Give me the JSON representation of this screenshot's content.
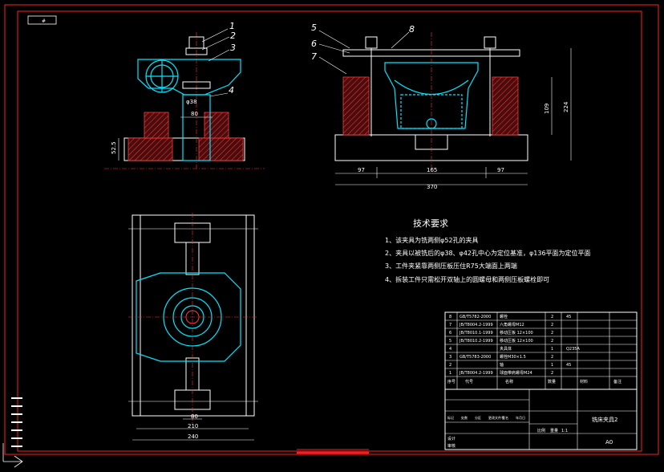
{
  "frame": {
    "tag_label": "#"
  },
  "front_view": {
    "leaders": [
      "1",
      "2",
      "3",
      "4"
    ],
    "labels": {
      "bore": "φ38",
      "width": "80",
      "height": "52.5"
    }
  },
  "side_view": {
    "leaders": [
      "5",
      "6",
      "7",
      "8"
    ],
    "labels": {
      "h1": "109",
      "h2": "224",
      "w_left": "97",
      "w_mid": "165",
      "w_right": "97",
      "w_total": "370"
    }
  },
  "top_view": {
    "labels": {
      "inner_width": "80",
      "mid_width": "210",
      "total_width": "240"
    }
  },
  "tech_req": {
    "title": "技术要求",
    "items": [
      "1、该夹具为铣两侧φ52孔的夹具",
      "2、夹具以被铣后的φ38、φ42孔中心为定位基准，φ136平面为定位平面",
      "3、工件夹紧靠两侧压板压住R75大端面上两端",
      "4、拆装工件只需松开双轴上的圆螺母和两侧压板螺栓即可"
    ]
  },
  "bom": {
    "rows": [
      {
        "no": "8",
        "code": "GB/T5782-2000",
        "name": "螺栓",
        "qty": "2",
        "mat": "45"
      },
      {
        "no": "7",
        "code": "JB/T8004.2-1999",
        "name": "六角螺母M12",
        "qty": "2",
        "mat": ""
      },
      {
        "no": "6",
        "code": "JB/T8010.1-1999",
        "name": "移动压板 12×100",
        "qty": "2",
        "mat": ""
      },
      {
        "no": "5",
        "code": "JB/T8010.2-1999",
        "name": "移动压板 12×100",
        "qty": "2",
        "mat": ""
      },
      {
        "no": "4",
        "code": "",
        "name": "夹具体",
        "qty": "1",
        "mat": "Q235A"
      },
      {
        "no": "3",
        "code": "GB/T5783-2000",
        "name": "螺栓M30×1.5",
        "qty": "2",
        "mat": ""
      },
      {
        "no": "2",
        "code": "",
        "name": "轴",
        "qty": "1",
        "mat": "45"
      },
      {
        "no": "1",
        "code": "JB/T8004.2-1999",
        "name": "球面带肩螺母M24",
        "qty": "2",
        "mat": ""
      }
    ],
    "header": {
      "no": "序号",
      "code": "代号",
      "name": "名称",
      "qty": "数量",
      "mat": "材料",
      "remark": "备注"
    }
  },
  "title_block": {
    "org": "",
    "drawing_name": "铣床夹具2",
    "sheet_size": "A0",
    "scale_label": "比例",
    "weight_label": "重量",
    "ratio": "1:1",
    "design_label": "设计",
    "check_label": "审核",
    "stamp": "",
    "cells": [
      "标记",
      "处数",
      "分区",
      "更改文件号",
      "签名",
      "年月日"
    ]
  },
  "colors": {
    "border": "#ff1e1e",
    "lines": "#ffffff",
    "part": "#00e5ff",
    "hatch": "#ff3b3b",
    "hatch_fill": "#4a0c0c"
  }
}
